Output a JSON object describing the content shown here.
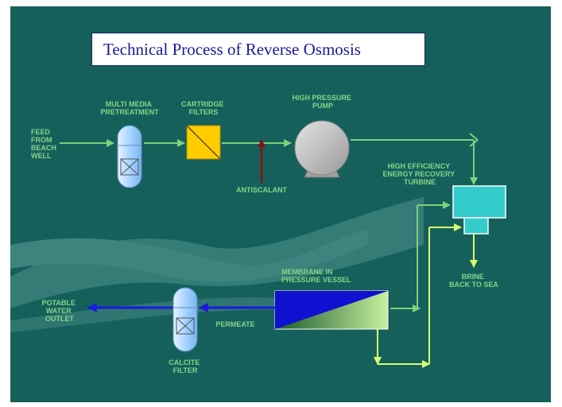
{
  "title": "Technical Process of Reverse Osmosis",
  "labels": {
    "feed": [
      "FEED",
      "FROM",
      "BEACH",
      "WELL"
    ],
    "multimedia": [
      "MULTI MEDIA",
      "PRETREATMENT"
    ],
    "cartridge": [
      "CARTRIDGE",
      "FILTERS"
    ],
    "pump": [
      "HIGH PRESSURE",
      "PUMP"
    ],
    "antiscalant": [
      "ANTISCALANT"
    ],
    "turbine": [
      "HIGH EFFICIENCY",
      "ENERGY RECOVERY",
      "TURBINE"
    ],
    "brine": [
      "BRINE",
      "BACK TO SEA"
    ],
    "membrane": [
      "MEMBRANE IN",
      "PRESSURE VESSEL"
    ],
    "permeate": [
      "PERMEATE"
    ],
    "calcite": [
      "CALCITE",
      "FILTER"
    ],
    "potable": [
      "POTABLE",
      "WATER",
      "OUTLET"
    ]
  },
  "colors": {
    "background": "#16605c",
    "flow_green": "#7ed07e",
    "flow_light": "#d8ff70",
    "flow_blue": "#1a1ae0",
    "antiscalant_arrow": "#8a1010",
    "cartridge": "#ffcc00",
    "pump": "#c4c4c4",
    "turbine": "#33cccc",
    "membrane_blue": "#1010d0",
    "membrane_green": "#5aa05a",
    "filter_vessel": "#bfe0ff"
  }
}
